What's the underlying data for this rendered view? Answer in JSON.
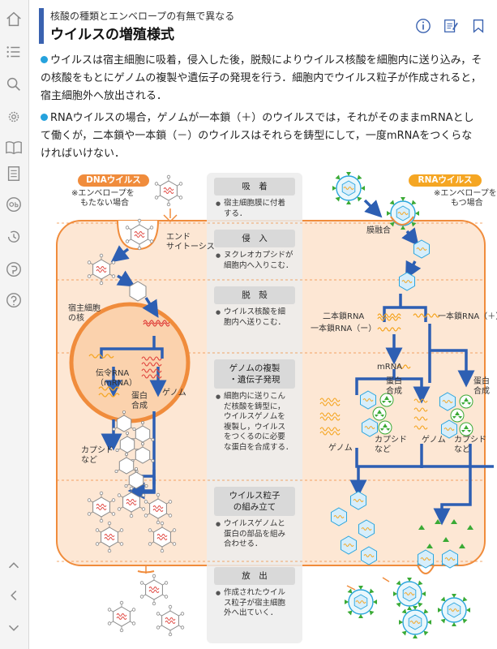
{
  "sidebar": {
    "items": [
      {
        "icon": "home-icon"
      },
      {
        "icon": "list-icon"
      },
      {
        "icon": "search-icon"
      },
      {
        "icon": "settings-gear-icon"
      },
      {
        "icon": "book-icon"
      },
      {
        "icon": "document-icon"
      },
      {
        "icon": "quiz-icon"
      },
      {
        "icon": "history-icon"
      },
      {
        "icon": "audio-icon"
      },
      {
        "icon": "help-icon"
      },
      {
        "icon": "chevron-up-icon"
      },
      {
        "icon": "chevron-left-icon"
      },
      {
        "icon": "chevron-down-icon"
      }
    ]
  },
  "header": {
    "subtitle": "核酸の種類とエンベロープの有無で異なる",
    "title": "ウイルスの増殖様式"
  },
  "body": {
    "para1": "ウイルスは宿主細胞に吸着，侵入した後，脱殻によりウイルス核酸を細胞内に送り込み，その核酸をもとにゲノムの複製や遺伝子の発現を行う．細胞内でウイルス粒子が作成されると，宿主細胞外へ放出される．",
    "para2": "RNAウイルスの場合，ゲノムが一本鎖（＋）のウイルスでは，それがそのままmRNAとして働くが，二本鎖や一本鎖（－）のウイルスはそれらを鋳型にして，一度mRNAをつくらなければいけない．"
  },
  "diagram": {
    "dna_badge": "DNAウイルス",
    "dna_note": [
      "※エンベロープを",
      "もたない場合"
    ],
    "rna_badge": "RNAウイルス",
    "rna_note": [
      "※エンベロープを",
      "もつ場合"
    ],
    "endocytosis": [
      "エンド",
      "サイトーシス"
    ],
    "nucleus": [
      "宿主細胞",
      "の核"
    ],
    "mrna_dna": [
      "伝令RNA",
      "（mRNA）"
    ],
    "protein_synth": [
      "蛋白",
      "合成"
    ],
    "genome": "ゲノム",
    "capsid_dna": [
      "カプシド",
      "など"
    ],
    "membrane_fusion": "膜融合",
    "ds_rna": "二本鎖RNA",
    "ss_minus": "一本鎖RNA（ー）",
    "ss_plus": "一本鎖RNA（＋）",
    "mrna": "mRNA",
    "protein_synth_rna1": [
      "蛋白",
      "合成"
    ],
    "protein_synth_rna2": [
      "蛋白",
      "合成"
    ],
    "genome_rna1": "ゲノム",
    "genome_rna2": "ゲノム",
    "capsid_rna1": [
      "カプシド",
      "など"
    ],
    "capsid_rna2": [
      "カプシド",
      "など"
    ]
  },
  "stages": [
    {
      "title": [
        "吸　着"
      ],
      "desc": [
        "宿主細胞膜に付着",
        "する．"
      ]
    },
    {
      "title": [
        "侵　入"
      ],
      "desc": [
        "ヌクレオカプシドが",
        "細胞内へ入りこむ．"
      ]
    },
    {
      "title": [
        "脱　殻"
      ],
      "desc": [
        "ウイルス核酸を細",
        "胞内へ送りこむ．"
      ]
    },
    {
      "title": [
        "ゲノムの複製",
        "・遺伝子発現"
      ],
      "desc": [
        "細胞内に送りこん",
        "だ核酸を鋳型に，",
        "ウイルスゲノムを",
        "複製し，ウイルス",
        "をつくるのに必要",
        "な蛋白を合成する．"
      ]
    },
    {
      "title": [
        "ウイルス粒子",
        "の組み立て"
      ],
      "desc": [
        "ウイルスゲノムと",
        "蛋白の部品を組み",
        "合わせる．"
      ]
    },
    {
      "title": [
        "放　出"
      ],
      "desc": [
        "作成されたウイル",
        "ス粒子が宿主細胞",
        "外へ出ていく．"
      ]
    }
  ],
  "colors": {
    "accent": "#3a62b0",
    "orange": "#f08c3c",
    "cell": "#fde7d4",
    "arrow": "#2d5fb3",
    "rna_orange": "#f5a623",
    "cyan": "#2aa5de",
    "green": "#3aaa35"
  }
}
